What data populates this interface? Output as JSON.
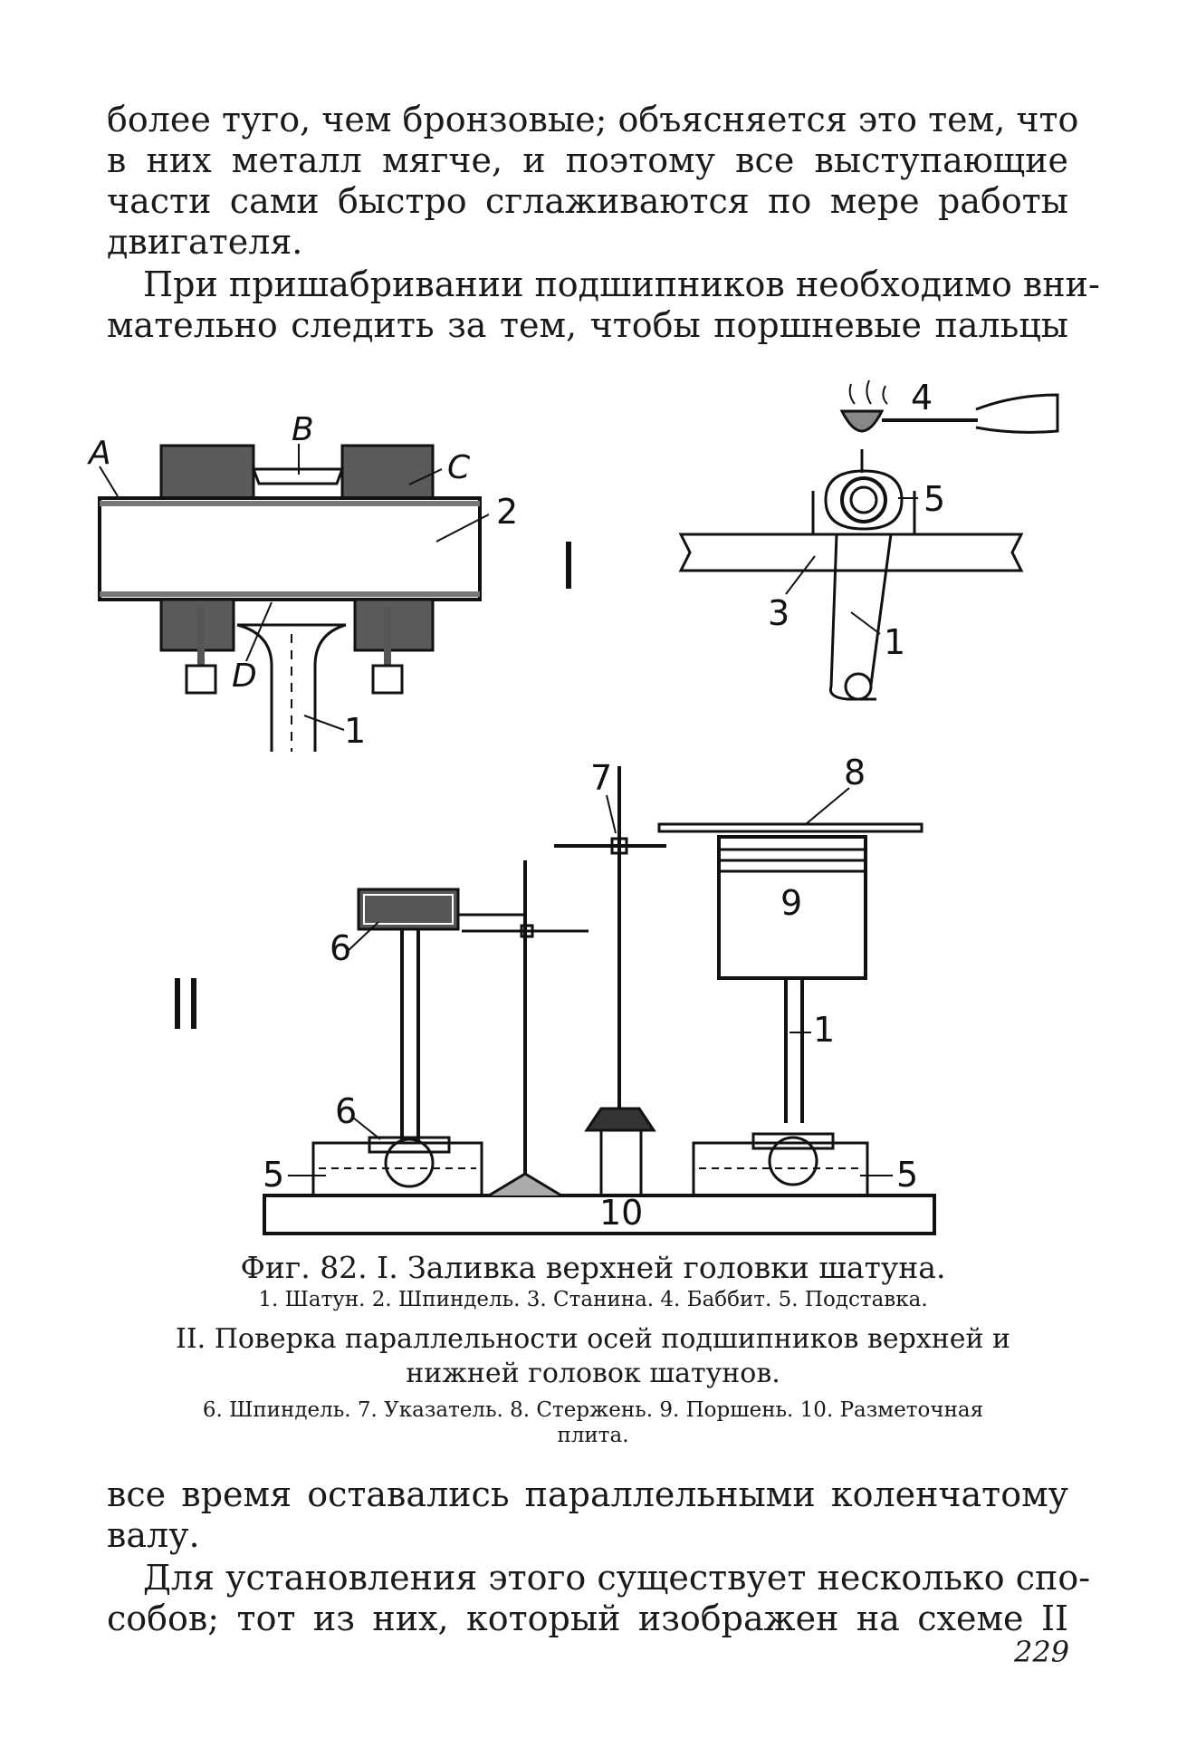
{
  "body_text": {
    "para1_lines": [
      "более туго, чем бронзовые; объясняется это тем, что",
      "в них металл мягче, и поэтому все выступающие",
      "части сами быстро сглаживаются по мере работы",
      "двигателя."
    ],
    "para2_lines": [
      "При пришабривании подшипников необходимо вни-",
      "мательно следить за тем, чтобы поршневые пальцы"
    ],
    "para3_lines": [
      "все время оставались параллельными коленчатому",
      "валу."
    ],
    "para4_lines": [
      "Для установления этого существует несколько спо-",
      "собов; тот из них, который изображен на схеме II"
    ]
  },
  "figure": {
    "roman_1": "I",
    "roman_2": "II",
    "labels_I_left": {
      "A": "A",
      "B": "B",
      "C": "C",
      "D": "D",
      "n2": "2",
      "n1": "1"
    },
    "labels_I_right": {
      "n4": "4",
      "n5": "5",
      "n3": "3",
      "n1": "1"
    },
    "labels_II": {
      "n7": "7",
      "n8": "8",
      "n6a": "6",
      "n9": "9",
      "n1": "1",
      "n6b": "6",
      "n5a": "5",
      "n5b": "5",
      "n10": "10"
    }
  },
  "caption": {
    "fig_I": "Фиг. 82. I. Заливка верхней головки шатуна.",
    "fig_I_legend": "1. Шатун. 2. Шпиндель. 3. Станина. 4. Баббит. 5. Подставка.",
    "fig_II_lines": [
      "II. Поверка параллельности осей подшипников верхней и",
      "нижней головок шатунов."
    ],
    "fig_II_legend_lines": [
      "6. Шпиндель. 7. Указатель. 8. Стержень. 9. Поршень. 10. Разметочная",
      "плита."
    ]
  },
  "page_number": "229"
}
